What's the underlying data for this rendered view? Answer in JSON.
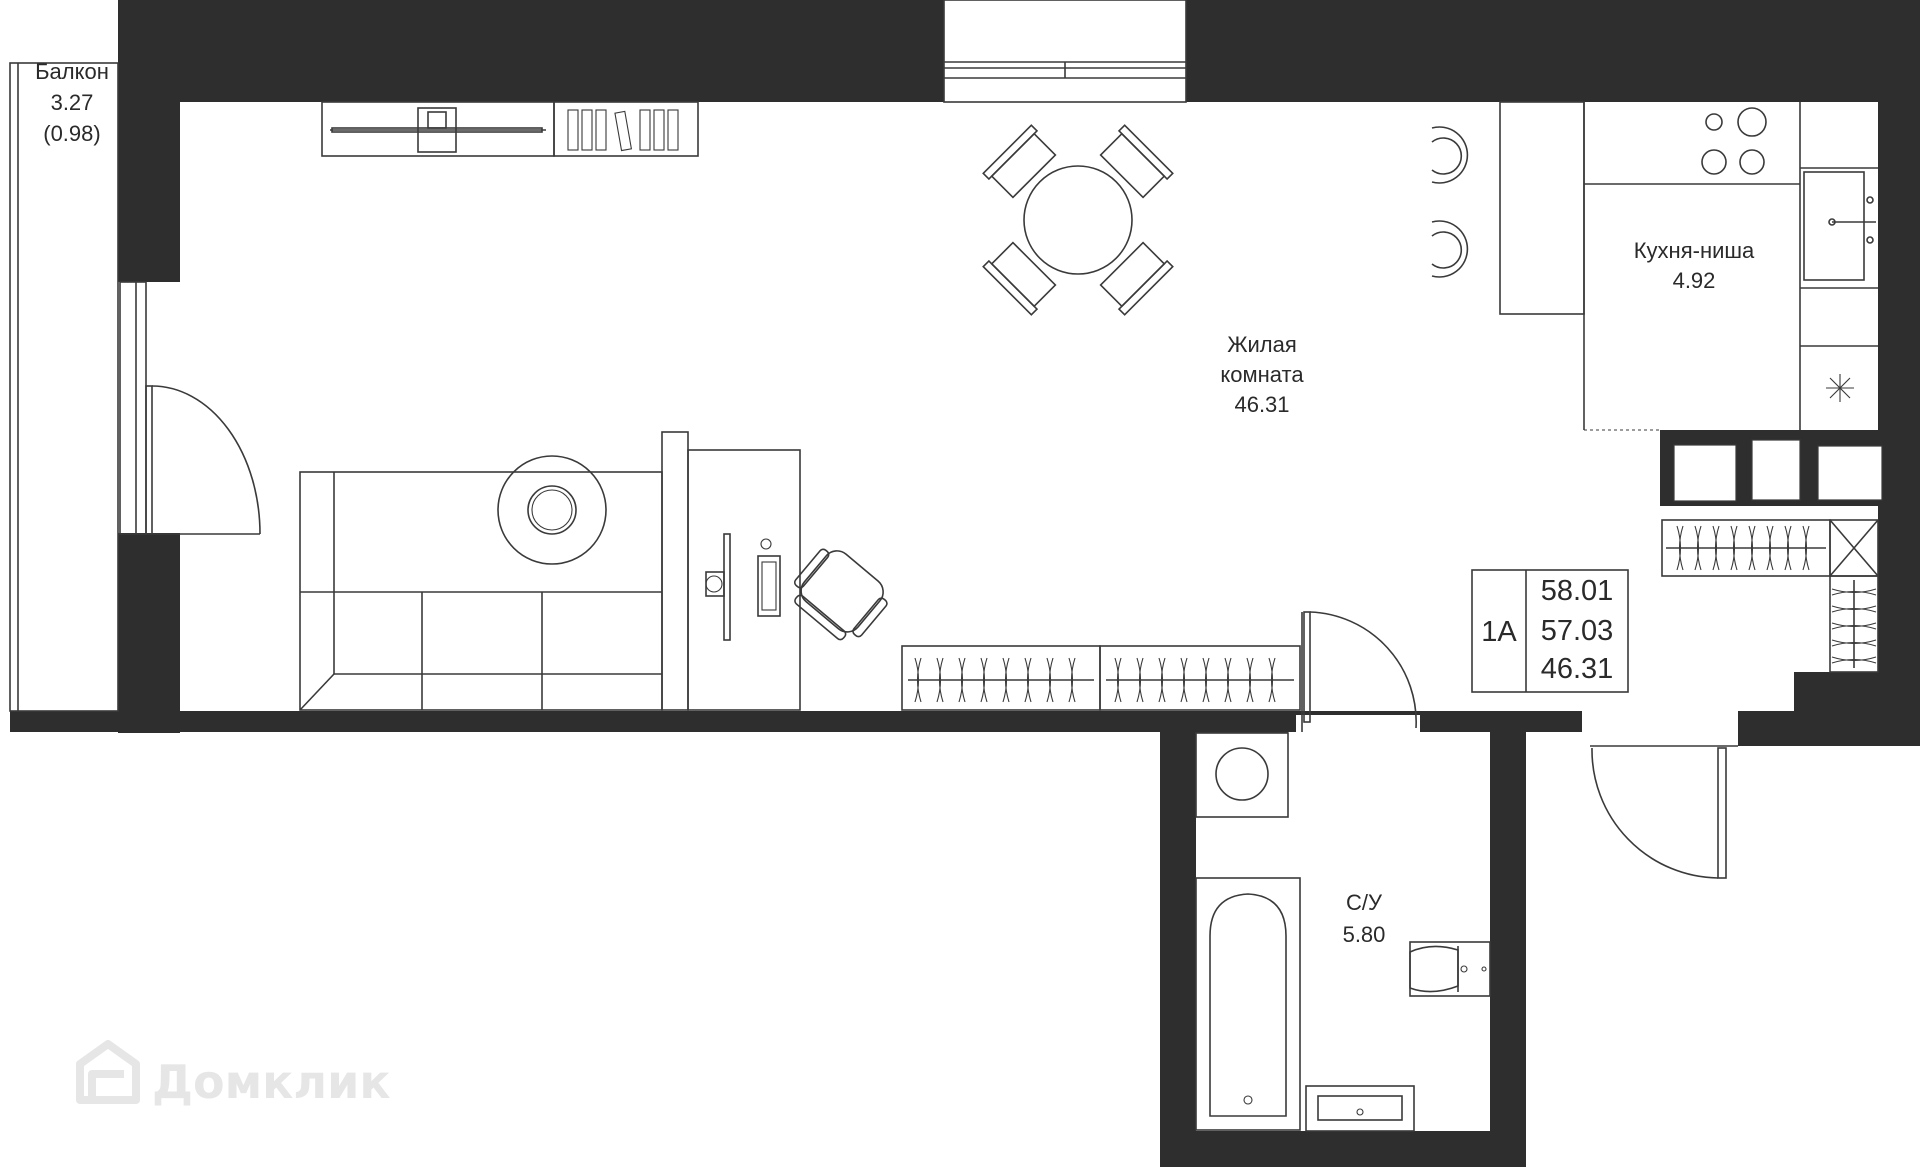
{
  "rooms": {
    "balcony": {
      "name": "Балкон",
      "area": "3.27",
      "area_reduced": "(0.98)"
    },
    "living": {
      "name_line1": "Жилая",
      "name_line2": "комната",
      "area": "46.31"
    },
    "kitchen": {
      "name": "Кухня-ниша",
      "area": "4.92"
    },
    "bathroom": {
      "name": "С/У",
      "area": "5.80"
    }
  },
  "summary": {
    "type": "1А",
    "total_area": "58.01",
    "area_without_balcony": "57.03",
    "living_area": "46.31"
  },
  "watermark": "Домклик",
  "colors": {
    "wall": "#2e2e2e",
    "line": "#3a3a3a",
    "background": "#ffffff",
    "watermark": "#e6e6e6"
  }
}
